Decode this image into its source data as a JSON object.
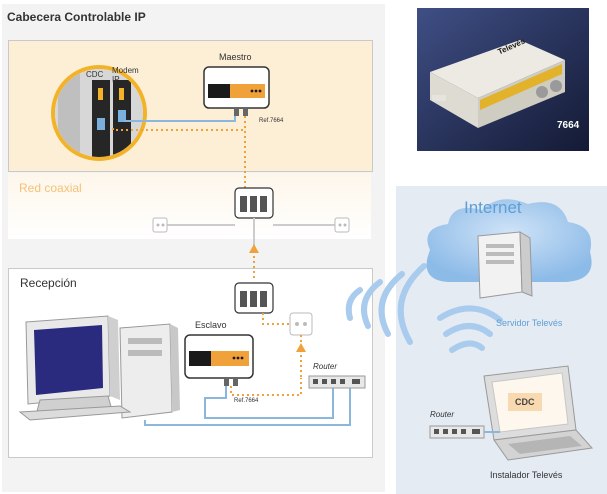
{
  "header": {
    "title": "Cabecera Controlable IP"
  },
  "sections": {
    "headend": {
      "maestro_label": "Maestro",
      "ref_top": "Ref.7664",
      "cdc_label": "CDC",
      "modem_label": "Modem IP"
    },
    "coax": {
      "label": "Red coaxial"
    },
    "reception": {
      "label": "Recepción",
      "esclavo_label": "Esclavo",
      "ref_bottom": "Ref.7664",
      "router_label": "Router"
    }
  },
  "product_photo": {
    "brand": "Televés",
    "model": "7664"
  },
  "internet": {
    "label": "Internet",
    "server_label": "Servidor Televés",
    "router_label": "Router",
    "laptop_screen": "CDC",
    "installer_label": "Instalador Televés"
  },
  "colors": {
    "headend_bg": "#fdefd6",
    "section_border": "#c9c9c9",
    "coax_text": "#f5c178",
    "dotted_orange": "#f1a13a",
    "blue_line": "#8cb7dd",
    "internet_panel": "#e4ebf3",
    "cloud": "#a9cbed",
    "internet_text": "#5e9fd6",
    "photo_bg": "#2b3a6a"
  }
}
